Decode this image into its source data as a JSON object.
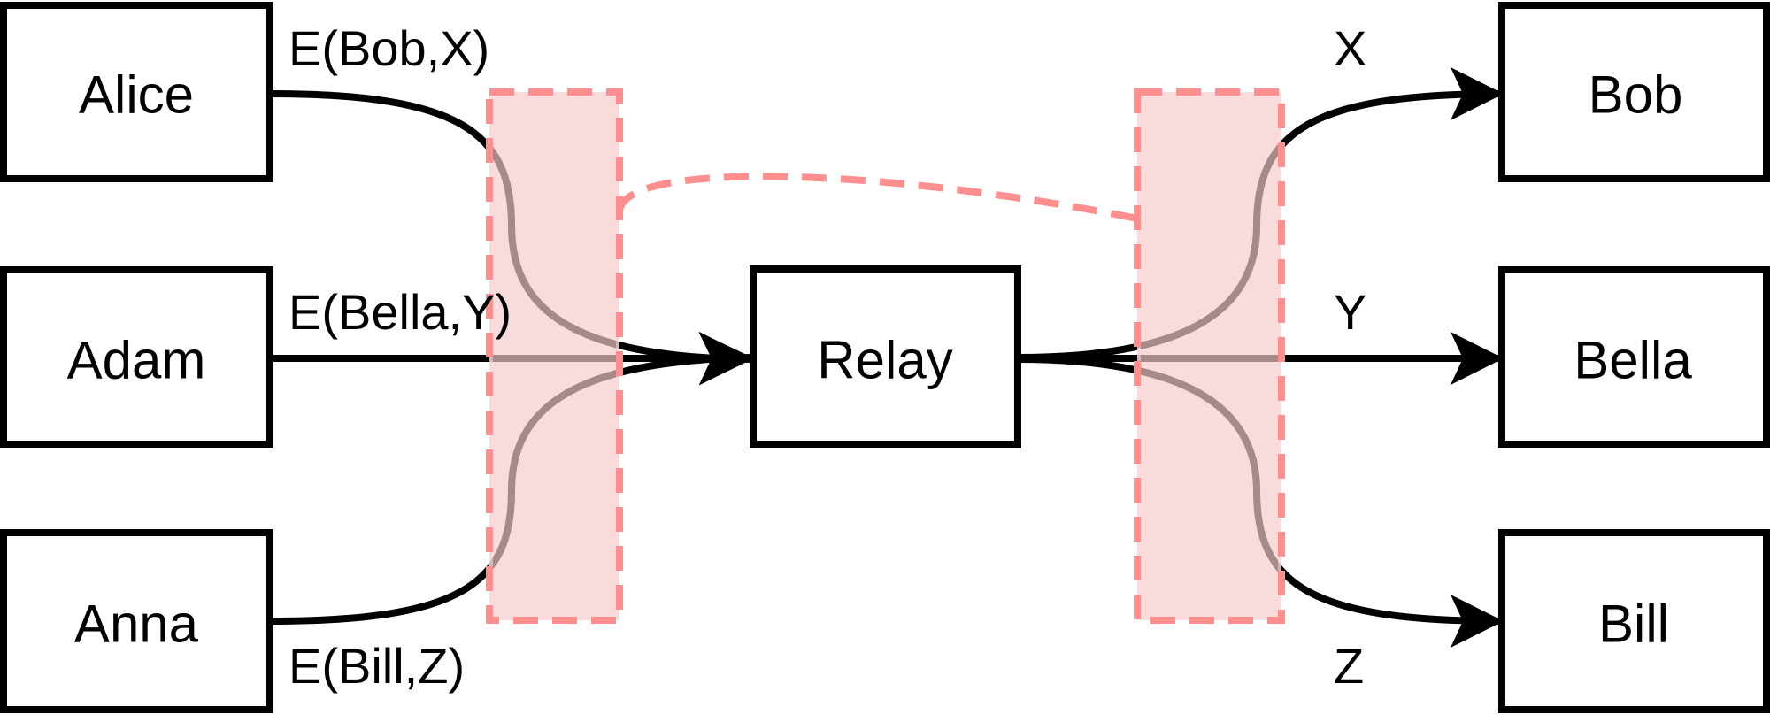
{
  "senders": [
    {
      "name": "Alice",
      "message": "E(Bob,X)"
    },
    {
      "name": "Adam",
      "message": "E(Bella,Y)"
    },
    {
      "name": "Anna",
      "message": "E(Bill,Z)"
    }
  ],
  "relay": {
    "name": "Relay"
  },
  "receivers": [
    {
      "name": "Bob",
      "message": "X"
    },
    {
      "name": "Bella",
      "message": "Y"
    },
    {
      "name": "Bill",
      "message": "Z"
    }
  ],
  "colors": {
    "stroke": "#000000",
    "mix_fill": "#f8d5d5",
    "mix_border": "#ff8f8f",
    "mixed_edge": "#a58a8a"
  }
}
